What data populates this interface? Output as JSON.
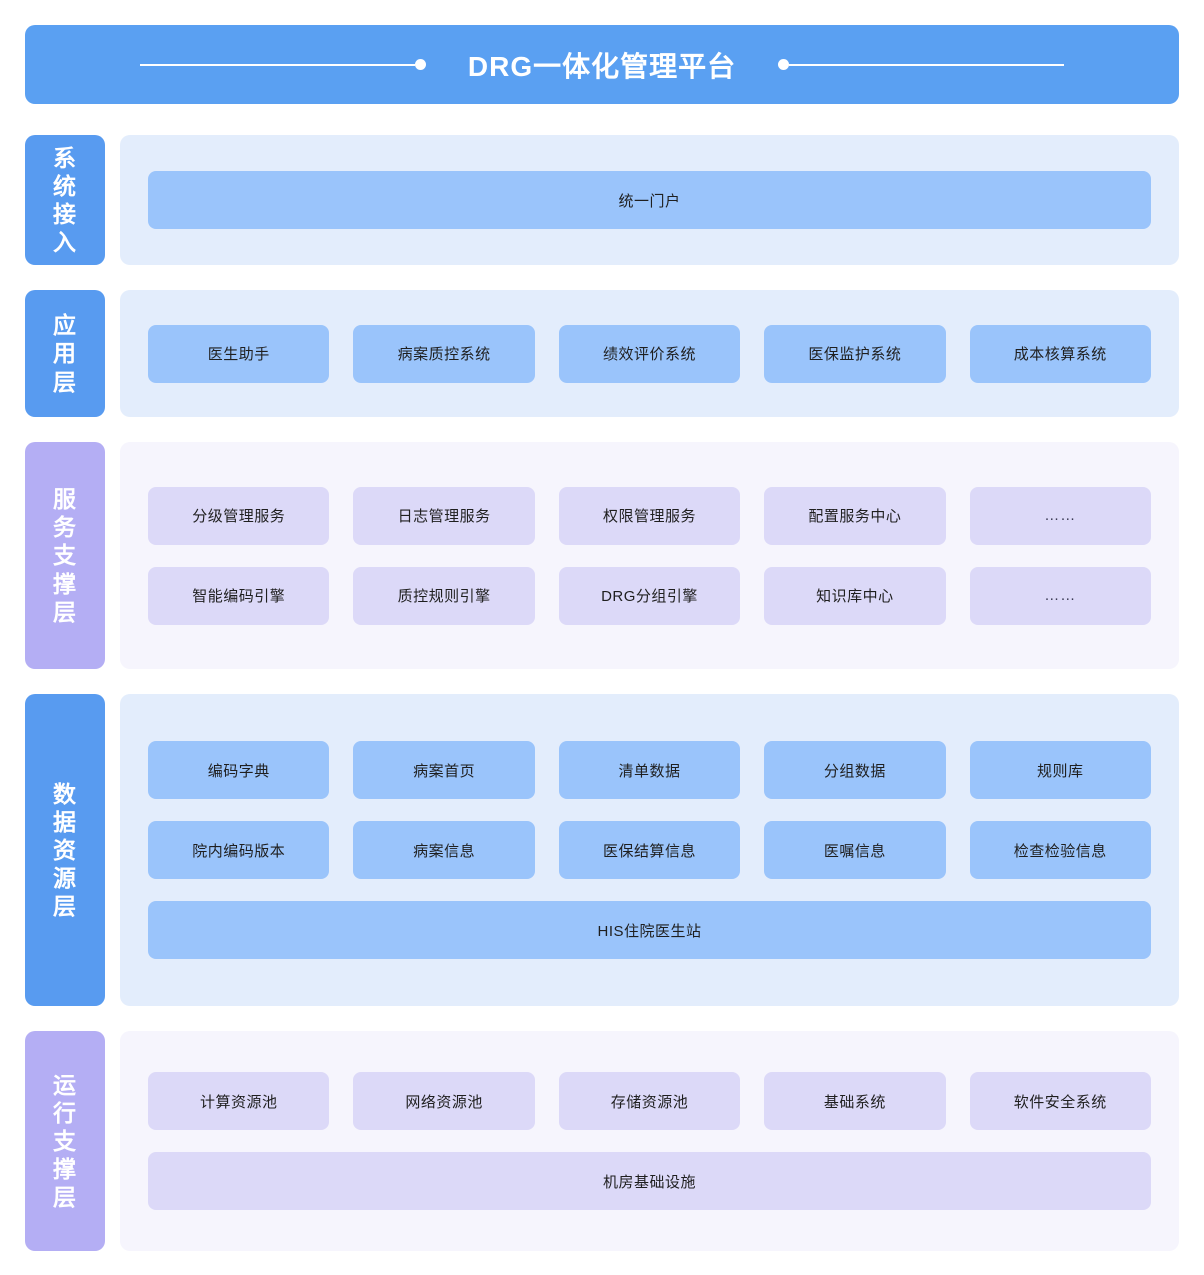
{
  "header": {
    "title": "DRG一体化管理平台",
    "accent_color": "#5AA0F2",
    "decoration": "line-dot"
  },
  "colors": {
    "header_blue": "#5AA0F2",
    "tab_blue": "#589BF0",
    "tab_purple": "#B4AEF4",
    "panel_blue": "#E3EDFC",
    "panel_purple": "#F6F5FD",
    "card_blue": "#9AC4FB",
    "card_purple": "#DCD9F8",
    "page_background": "#FFFFFF"
  },
  "layers": [
    {
      "id": "access",
      "tab_label": "系统接入",
      "tone": "blue",
      "rows": [
        {
          "type": "wide",
          "items": [
            "统一门户"
          ]
        }
      ]
    },
    {
      "id": "application",
      "tab_label": "应用层",
      "tone": "blue",
      "rows": [
        {
          "type": "grid",
          "items": [
            "医生助手",
            "病案质控系统",
            "绩效评价系统",
            "医保监护系统",
            "成本核算系统"
          ]
        }
      ]
    },
    {
      "id": "service-support",
      "tab_label": "服务支撑层",
      "tone": "purple",
      "rows": [
        {
          "type": "grid",
          "items": [
            "分级管理服务",
            "日志管理服务",
            "权限管理服务",
            "配置服务中心",
            "……"
          ]
        },
        {
          "type": "grid",
          "items": [
            "智能编码引擎",
            "质控规则引擎",
            "DRG分组引擎",
            "知识库中心",
            "……"
          ]
        }
      ]
    },
    {
      "id": "data-resource",
      "tab_label": "数据资源层",
      "tone": "blue",
      "rows": [
        {
          "type": "grid",
          "items": [
            "编码字典",
            "病案首页",
            "清单数据",
            "分组数据",
            "规则库"
          ]
        },
        {
          "type": "grid",
          "items": [
            "院内编码版本",
            "病案信息",
            "医保结算信息",
            "医嘱信息",
            "检查检验信息"
          ]
        },
        {
          "type": "wide",
          "items": [
            "HIS住院医生站"
          ]
        }
      ]
    },
    {
      "id": "runtime-support",
      "tab_label": "运行支撑层",
      "tone": "purple",
      "rows": [
        {
          "type": "grid",
          "items": [
            "计算资源池",
            "网络资源池",
            "存储资源池",
            "基础系统",
            "软件安全系统"
          ]
        },
        {
          "type": "wide",
          "items": [
            "机房基础设施"
          ]
        }
      ]
    }
  ]
}
